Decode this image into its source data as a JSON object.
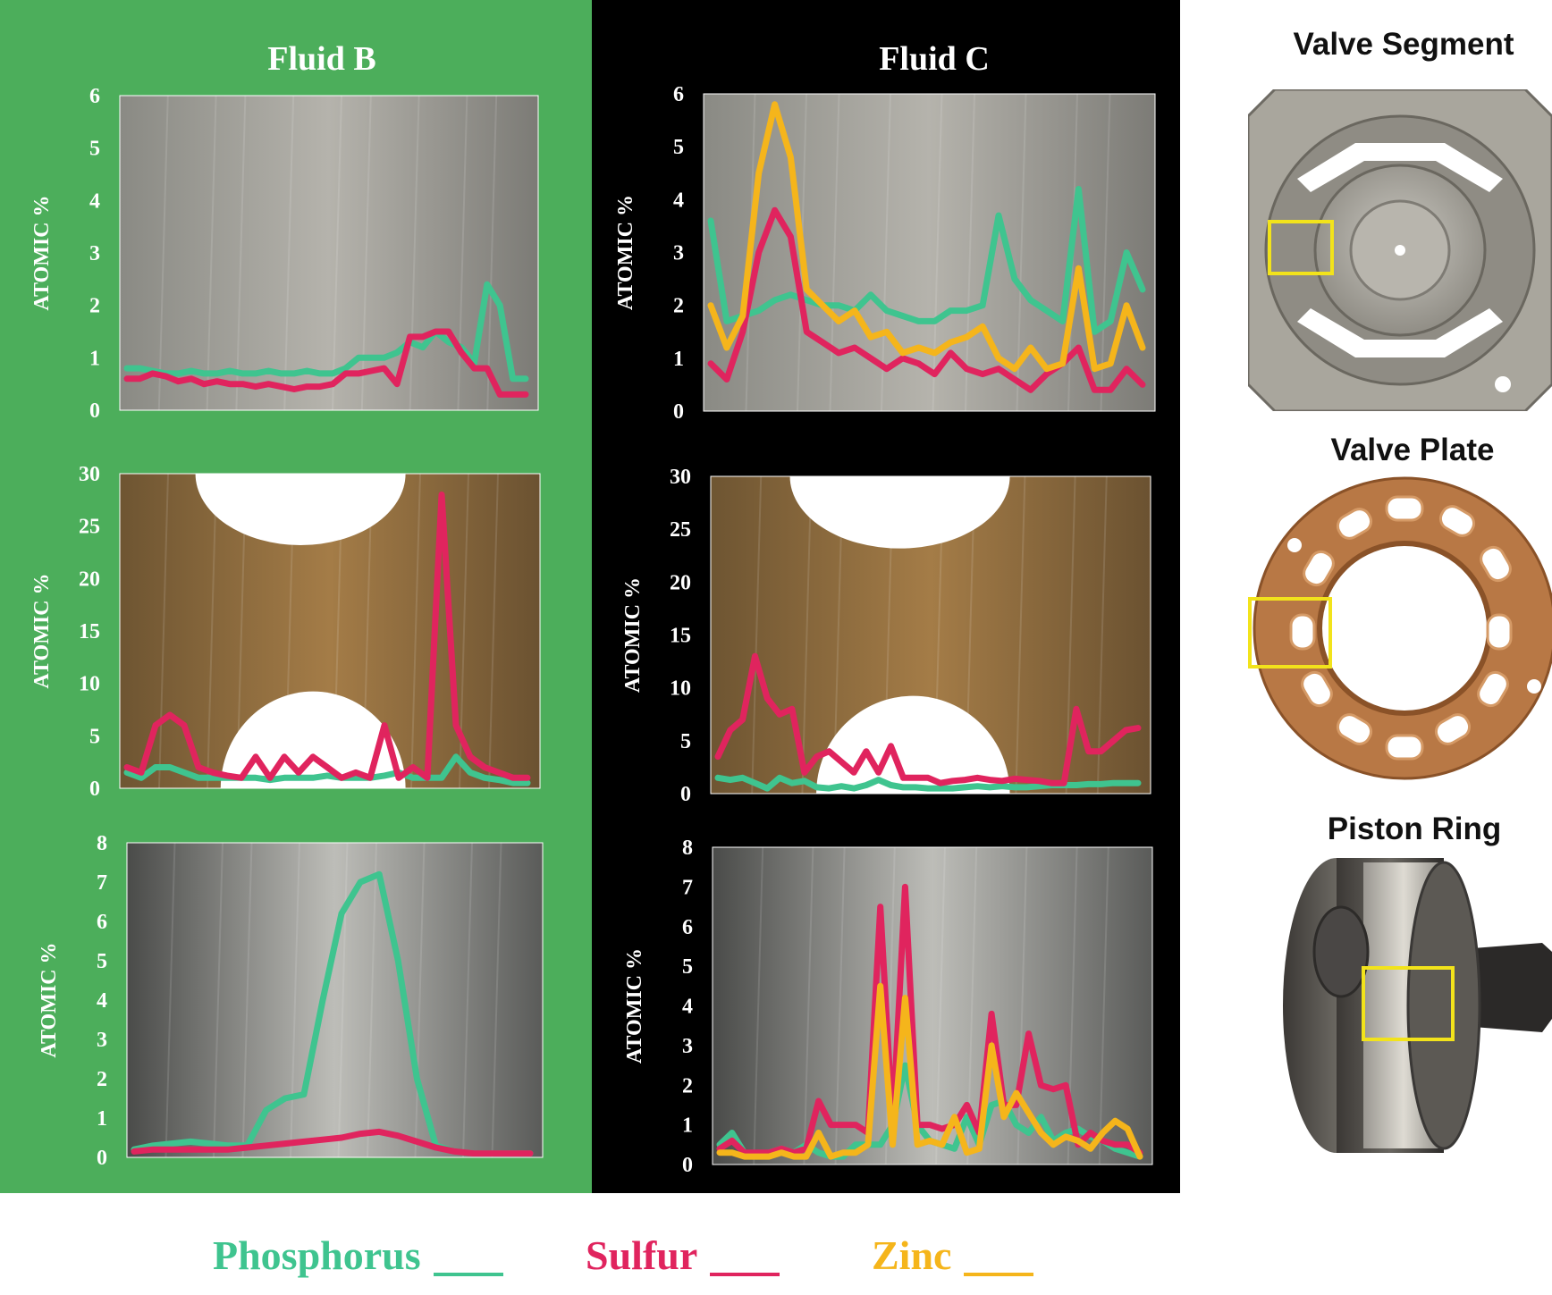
{
  "columns": [
    {
      "title": "Fluid B",
      "bg": "#4cae5b"
    },
    {
      "title": "Fluid C",
      "bg": "#000000"
    }
  ],
  "legend": [
    {
      "name": "Phosphorus",
      "color": "#3fc48f"
    },
    {
      "name": "Sulfur",
      "color": "#e0245e"
    },
    {
      "name": "Zinc",
      "color": "#f5b51b"
    }
  ],
  "side_images": [
    {
      "title": "Valve Segment",
      "icon": "valve-segment-photo"
    },
    {
      "title": "Valve Plate",
      "icon": "valve-plate-photo"
    },
    {
      "title": "Piston Ring",
      "icon": "piston-ring-photo"
    }
  ],
  "chart_data": [
    {
      "id": "b1",
      "type": "line",
      "ylabel": "ATOMIC %",
      "ylim": [
        0,
        6
      ],
      "yticks": [
        0,
        1,
        2,
        3,
        4,
        5,
        6
      ],
      "background": "valve-segment-surface",
      "series": [
        {
          "name": "Phosphorus",
          "color": "#3fc48f",
          "values": [
            0.8,
            0.8,
            0.75,
            0.7,
            0.7,
            0.75,
            0.7,
            0.7,
            0.75,
            0.7,
            0.7,
            0.75,
            0.7,
            0.7,
            0.75,
            0.7,
            0.7,
            0.8,
            1.0,
            1.0,
            1.0,
            1.1,
            1.3,
            1.2,
            1.5,
            1.3,
            1.2,
            0.9,
            2.4,
            2.0,
            0.6,
            0.6
          ]
        },
        {
          "name": "Sulfur",
          "color": "#e0245e",
          "values": [
            0.6,
            0.6,
            0.7,
            0.65,
            0.55,
            0.6,
            0.5,
            0.55,
            0.5,
            0.5,
            0.45,
            0.5,
            0.45,
            0.4,
            0.45,
            0.45,
            0.5,
            0.7,
            0.7,
            0.75,
            0.8,
            0.5,
            1.4,
            1.4,
            1.5,
            1.5,
            1.1,
            0.8,
            0.8,
            0.3,
            0.3,
            0.3
          ]
        }
      ]
    },
    {
      "id": "b2",
      "type": "line",
      "ylabel": "ATOMIC %",
      "ylim": [
        0,
        30
      ],
      "yticks": [
        0,
        5,
        10,
        15,
        20,
        25,
        30
      ],
      "background": "valve-plate-surface",
      "series": [
        {
          "name": "Phosphorus",
          "color": "#3fc48f",
          "values": [
            1.5,
            1,
            2,
            2,
            1.5,
            1,
            1,
            1,
            1,
            1,
            0.8,
            1,
            1,
            1,
            1.2,
            1,
            1,
            1,
            1.2,
            1.5,
            1,
            1,
            1,
            3,
            1.5,
            1,
            0.8,
            0.5,
            0.5
          ]
        },
        {
          "name": "Sulfur",
          "color": "#e0245e",
          "values": [
            2,
            1.5,
            6,
            7,
            6,
            2,
            1.5,
            1.2,
            1,
            3,
            1,
            3,
            1.5,
            3,
            2,
            1,
            1.5,
            1,
            6,
            1,
            2,
            1,
            28,
            6,
            3,
            2,
            1.5,
            1,
            1
          ]
        }
      ]
    },
    {
      "id": "b3",
      "type": "line",
      "ylabel": "ATOMIC %",
      "ylim": [
        0,
        8
      ],
      "yticks": [
        0,
        1,
        2,
        3,
        4,
        5,
        6,
        7,
        8
      ],
      "background": "piston-ring-surface",
      "series": [
        {
          "name": "Phosphorus",
          "color": "#3fc48f",
          "values": [
            0.2,
            0.3,
            0.35,
            0.4,
            0.35,
            0.3,
            0.3,
            1.2,
            1.5,
            1.6,
            4.0,
            6.2,
            7.0,
            7.2,
            5.0,
            2.0,
            0.3,
            0.15,
            0.1,
            0.1,
            0.1,
            0.1
          ]
        },
        {
          "name": "Sulfur",
          "color": "#e0245e",
          "values": [
            0.15,
            0.2,
            0.2,
            0.2,
            0.2,
            0.2,
            0.25,
            0.3,
            0.35,
            0.4,
            0.45,
            0.5,
            0.6,
            0.65,
            0.55,
            0.4,
            0.25,
            0.15,
            0.1,
            0.1,
            0.1,
            0.1
          ]
        }
      ]
    },
    {
      "id": "c1",
      "type": "line",
      "ylabel": "ATOMIC %",
      "ylim": [
        0,
        6
      ],
      "yticks": [
        0,
        1,
        2,
        3,
        4,
        5,
        6
      ],
      "background": "valve-segment-surface",
      "series": [
        {
          "name": "Phosphorus",
          "color": "#3fc48f",
          "values": [
            3.6,
            1.7,
            1.8,
            1.9,
            2.1,
            2.2,
            2.1,
            2.0,
            2.0,
            1.9,
            2.2,
            1.9,
            1.8,
            1.7,
            1.7,
            1.9,
            1.9,
            2.0,
            3.7,
            2.5,
            2.1,
            1.9,
            1.7,
            4.2,
            1.5,
            1.7,
            3.0,
            2.3
          ]
        },
        {
          "name": "Sulfur",
          "color": "#e0245e",
          "values": [
            0.9,
            0.6,
            1.5,
            3.0,
            3.8,
            3.3,
            1.5,
            1.3,
            1.1,
            1.2,
            1.0,
            0.8,
            1.0,
            0.9,
            0.7,
            1.1,
            0.8,
            0.7,
            0.8,
            0.6,
            0.4,
            0.7,
            0.9,
            1.2,
            0.4,
            0.4,
            0.8,
            0.5
          ]
        },
        {
          "name": "Zinc",
          "color": "#f5b51b",
          "values": [
            2.0,
            1.2,
            1.8,
            4.5,
            5.8,
            4.8,
            2.3,
            2.0,
            1.7,
            1.9,
            1.4,
            1.5,
            1.1,
            1.2,
            1.1,
            1.3,
            1.4,
            1.6,
            1.0,
            0.8,
            1.2,
            0.8,
            0.9,
            2.7,
            0.8,
            0.9,
            2.0,
            1.2
          ]
        }
      ]
    },
    {
      "id": "c2",
      "type": "line",
      "ylabel": "ATOMIC %",
      "ylim": [
        0,
        30
      ],
      "yticks": [
        0,
        5,
        10,
        15,
        20,
        25,
        30
      ],
      "background": "valve-plate-surface",
      "series": [
        {
          "name": "Phosphorus",
          "color": "#3fc48f",
          "values": [
            1.5,
            1.3,
            1.5,
            1,
            0.5,
            1.5,
            1,
            1.2,
            0.6,
            0.5,
            0.7,
            0.5,
            0.8,
            1.3,
            0.8,
            0.6,
            0.6,
            0.5,
            0.5,
            0.5,
            0.6,
            0.7,
            0.6,
            0.7,
            0.6,
            0.6,
            0.7,
            0.8,
            0.8,
            0.8,
            0.9,
            0.9,
            1.0,
            1.0,
            1.0
          ]
        },
        {
          "name": "Sulfur",
          "color": "#e0245e",
          "values": [
            3.5,
            6,
            7,
            13,
            9,
            7.5,
            8,
            2,
            3.5,
            4,
            3,
            2,
            4,
            2,
            4.5,
            1.5,
            1.5,
            1.5,
            1,
            1.2,
            1.3,
            1.5,
            1.3,
            1.2,
            1.4,
            1.3,
            1.2,
            1.0,
            1.0,
            8,
            4,
            4,
            5,
            6,
            6.2
          ]
        }
      ]
    },
    {
      "id": "c3",
      "type": "line",
      "ylabel": "ATOMIC %",
      "ylim": [
        0,
        8
      ],
      "yticks": [
        0,
        1,
        2,
        3,
        4,
        5,
        6,
        7,
        8
      ],
      "background": "piston-ring-surface",
      "series": [
        {
          "name": "Phosphorus",
          "color": "#3fc48f",
          "values": [
            0.5,
            0.8,
            0.3,
            0.2,
            0.3,
            0.4,
            0.3,
            0.5,
            0.3,
            0.2,
            0.2,
            0.5,
            0.5,
            0.5,
            1.0,
            2.5,
            1.0,
            0.6,
            0.5,
            0.4,
            1.2,
            0.5,
            1.5,
            1.6,
            1.0,
            0.8,
            1.2,
            0.6,
            0.8,
            0.9,
            0.7,
            0.6,
            0.4,
            0.3,
            0.2
          ]
        },
        {
          "name": "Sulfur",
          "color": "#e0245e",
          "values": [
            0.4,
            0.6,
            0.3,
            0.3,
            0.3,
            0.4,
            0.3,
            0.4,
            1.6,
            1.0,
            1.0,
            1.0,
            0.8,
            6.5,
            1.0,
            7.0,
            1.0,
            1.0,
            0.9,
            1.0,
            1.5,
            0.8,
            3.8,
            1.5,
            1.5,
            3.3,
            2.0,
            1.9,
            2.0,
            0.5,
            0.8,
            0.6,
            0.5,
            0.5,
            0.3
          ]
        },
        {
          "name": "Zinc",
          "color": "#f5b51b",
          "values": [
            0.3,
            0.3,
            0.2,
            0.2,
            0.2,
            0.3,
            0.2,
            0.2,
            0.8,
            0.2,
            0.3,
            0.3,
            0.5,
            4.5,
            0.5,
            4.2,
            0.5,
            0.6,
            0.5,
            1.2,
            0.3,
            0.4,
            3.0,
            1.2,
            1.8,
            1.3,
            0.8,
            0.5,
            0.7,
            0.6,
            0.4,
            0.8,
            1.1,
            0.9,
            0.2
          ]
        }
      ]
    }
  ]
}
